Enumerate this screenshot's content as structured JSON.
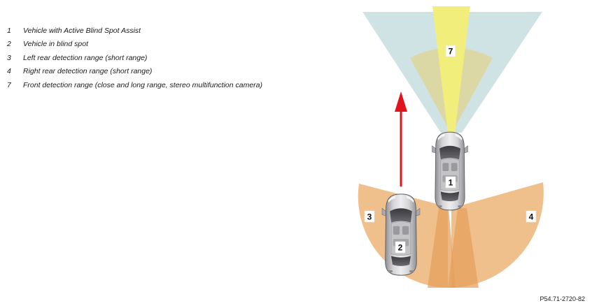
{
  "legend": [
    {
      "number": "1",
      "text": "Vehicle with Active Blind Spot Assist"
    },
    {
      "number": "2",
      "text": "Vehicle in blind spot"
    },
    {
      "number": "3",
      "text": "Left rear detection range (short range)"
    },
    {
      "number": "4",
      "text": "Right rear detection range (short range)"
    },
    {
      "number": "7",
      "text": "Front detection range (close and long range, stereo multifunction camera)"
    }
  ],
  "callouts": {
    "front_range": "7",
    "own_vehicle": "1",
    "other_vehicle": "2",
    "left_rear": "3",
    "right_rear": "4"
  },
  "reference_code": "P54.71-2720-82",
  "colors": {
    "front_long_range": "#cfe3e5",
    "front_mid_range": "#dcd8a6",
    "front_camera_beam": "#f2ee7c",
    "rear_range": "#efbf8c",
    "rear_overlap": "#e6a25c",
    "arrow": "#e1141b",
    "vehicle_body": "#c9c9cc"
  }
}
